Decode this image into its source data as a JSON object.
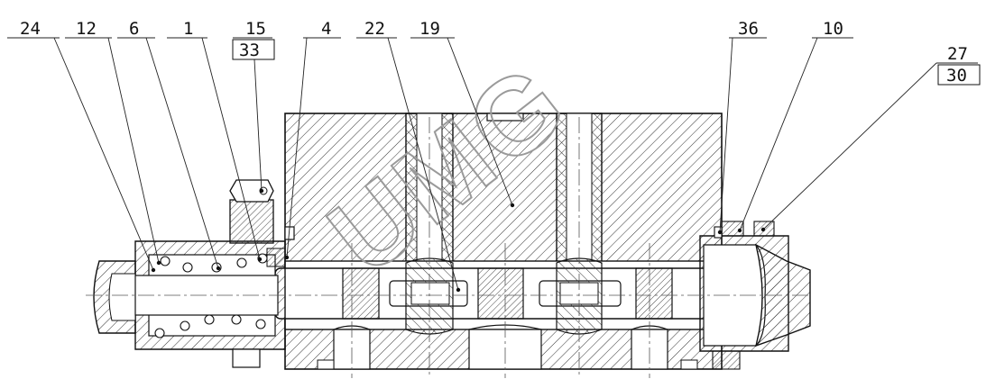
{
  "drawing": {
    "watermark": "UMG",
    "part_labels": [
      "24",
      "12",
      "6",
      "1",
      "15",
      "33",
      "4",
      "22",
      "19",
      "36",
      "10",
      "27",
      "30"
    ]
  },
  "colors": {
    "line": "#111111",
    "hatch": "#333333",
    "background": "#ffffff",
    "watermark": "#9a9a9a"
  }
}
